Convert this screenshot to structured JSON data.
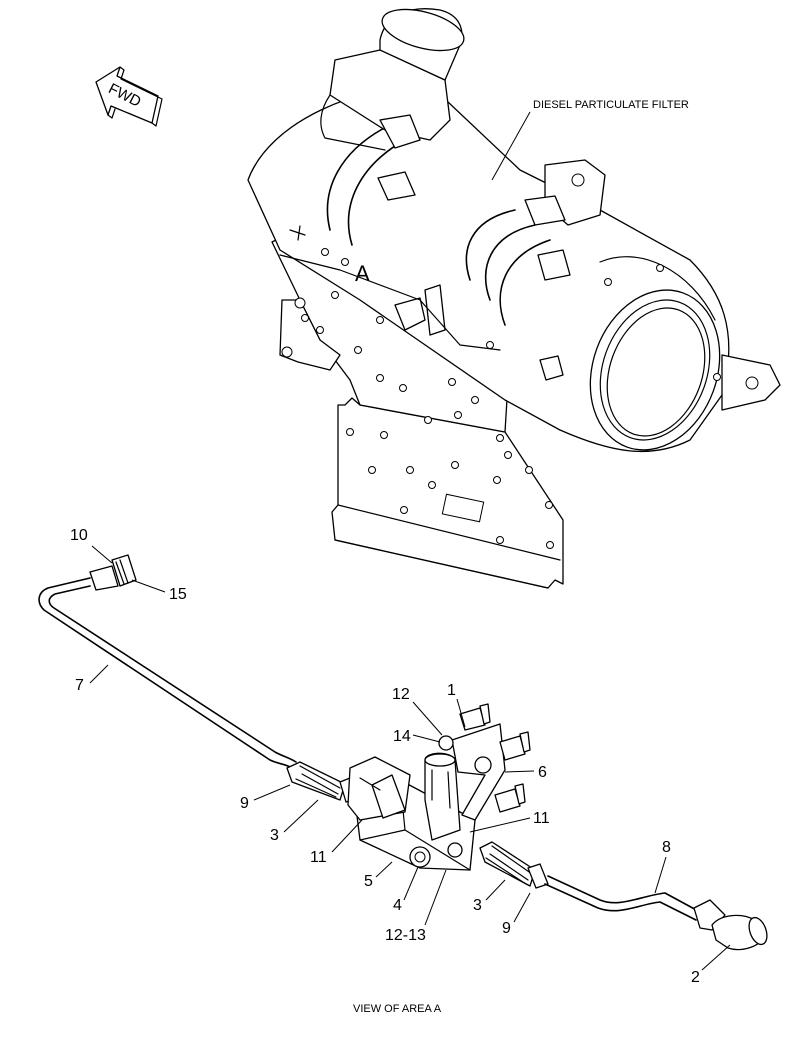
{
  "compass": {
    "label": "FWD"
  },
  "callouts": {
    "dpf": "DIESEL PARTICULATE FILTER",
    "area": "A",
    "view_caption": "VIEW OF AREA A"
  },
  "parts": {
    "p1": "1",
    "p2": "2",
    "p3a": "3",
    "p3b": "3",
    "p4": "4",
    "p5": "5",
    "p6": "6",
    "p7": "7",
    "p8": "8",
    "p9a": "9",
    "p9b": "9",
    "p10": "10",
    "p11a": "11",
    "p11b": "11",
    "p12": "12",
    "p12_13": "12-13",
    "p14": "14",
    "p15": "15"
  }
}
